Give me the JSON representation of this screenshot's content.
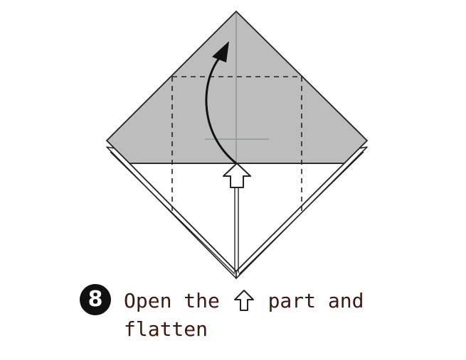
{
  "step": {
    "number": "8",
    "text_before_icon": "Open the",
    "text_after_icon": "part and",
    "text_line2": "flatten",
    "icon": "push-up-arrow-icon"
  },
  "colors": {
    "paper_colored": "#bdbdbd",
    "paper_white": "#ffffff",
    "outline": "#222222",
    "crease": "#8f9a9a",
    "text": "#3a1a12"
  }
}
